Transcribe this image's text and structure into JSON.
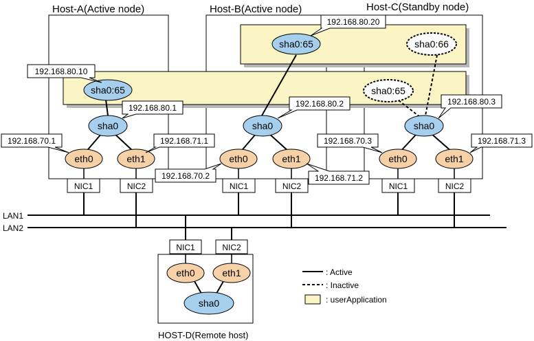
{
  "hosts": {
    "a": {
      "title": "Host-A(Active node)"
    },
    "b": {
      "title": "Host-B(Active node)"
    },
    "c": {
      "title": "Host-C(Standby node)"
    },
    "d": {
      "title": "HOST-D(Remote host)"
    }
  },
  "lans": [
    "LAN1",
    "LAN2"
  ],
  "nodes": {
    "sha065_a": "sha0:65",
    "sha065_b": "sha0:65",
    "sha066_c": "sha0:66",
    "sha065_c": "sha0:65",
    "sha0_a": "sha0",
    "sha0_b": "sha0",
    "sha0_c": "sha0",
    "sha0_d": "sha0",
    "eth0_a": "eth0",
    "eth1_a": "eth1",
    "eth0_b": "eth0",
    "eth1_b": "eth1",
    "eth0_c": "eth0",
    "eth1_c": "eth1",
    "eth0_d": "eth0",
    "eth1_d": "eth1"
  },
  "nics": {
    "a1": "NIC1",
    "a2": "NIC2",
    "b1": "NIC1",
    "b2": "NIC2",
    "c1": "NIC1",
    "c2": "NIC2",
    "d1": "NIC1",
    "d2": "NIC2"
  },
  "ips": {
    "va_a": "192.168.80.10",
    "va_b": "192.168.80.20",
    "sha0_a": "192.168.80.1",
    "sha0_b": "192.168.80.2",
    "sha0_c": "192.168.80.3",
    "eth0_a": "192.168.70.1",
    "eth1_a": "192.168.71.1",
    "eth0_b": "192.168.70.2",
    "eth1_b": "192.168.71.2",
    "eth0_c": "192.168.70.3",
    "eth1_c": "192.168.71.3"
  },
  "legend": {
    "active": ": Active",
    "inactive": ": Inactive",
    "userapp": ": userApplication"
  },
  "colors": {
    "sha_fill": "#a6cfee",
    "eth_fill": "#f6d0a6",
    "userapp_fill": "#fbf5c6"
  }
}
